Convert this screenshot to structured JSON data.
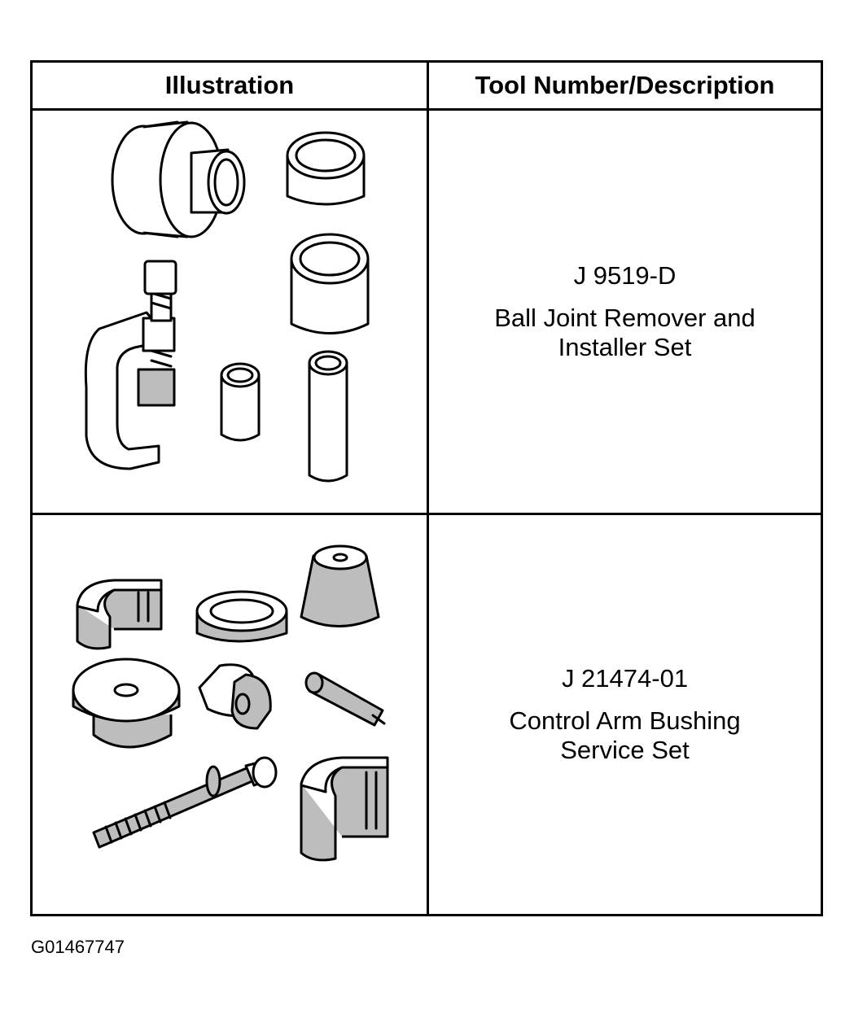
{
  "table": {
    "headers": {
      "illustration": "Illustration",
      "tool": "Tool Number/Description"
    },
    "rows": [
      {
        "tool_number": "J 9519-D",
        "description": "Ball Joint Remover and\nInstaller Set",
        "illustration_icon": "ball-joint-tool-set-icon"
      },
      {
        "tool_number": "J 21474-01",
        "description": "Control Arm Bushing\nService Set",
        "illustration_icon": "bushing-service-set-icon"
      }
    ]
  },
  "figure_id": "G01467747"
}
